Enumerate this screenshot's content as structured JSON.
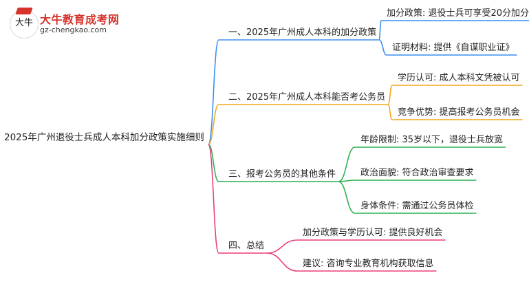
{
  "logo": {
    "badge_text": "大牛",
    "title": "大牛教育成考网",
    "url": "gz-chengkao.com"
  },
  "mindmap": {
    "root": "2025年广州退役士兵成人本科加分政策实施细则",
    "branches": [
      {
        "label": "一、2025年广州成人本科的加分政策",
        "color": "#3b8ff0",
        "children": [
          "加分政策: 退役士兵可享受20分加分",
          "证明材料: 提供《自谋职业证》"
        ]
      },
      {
        "label": "二、2025年广州成人本科能否考公务员",
        "color": "#f2a81d",
        "children": [
          "学历认可: 成人本科文凭被认可",
          "竞争优势: 提高报考公务员机会"
        ]
      },
      {
        "label": "三、报考公务员的其他条件",
        "color": "#2db152",
        "children": [
          "年龄限制: 35岁以下，退役士兵放宽",
          "政治面貌: 符合政治审查要求",
          "身体条件: 需通过公务员体检"
        ]
      },
      {
        "label": "四、总结",
        "color": "#ea3d7a",
        "children": [
          "加分政策与学历认可: 提供良好机会",
          "建议: 咨询专业教育机构获取信息"
        ]
      }
    ]
  }
}
